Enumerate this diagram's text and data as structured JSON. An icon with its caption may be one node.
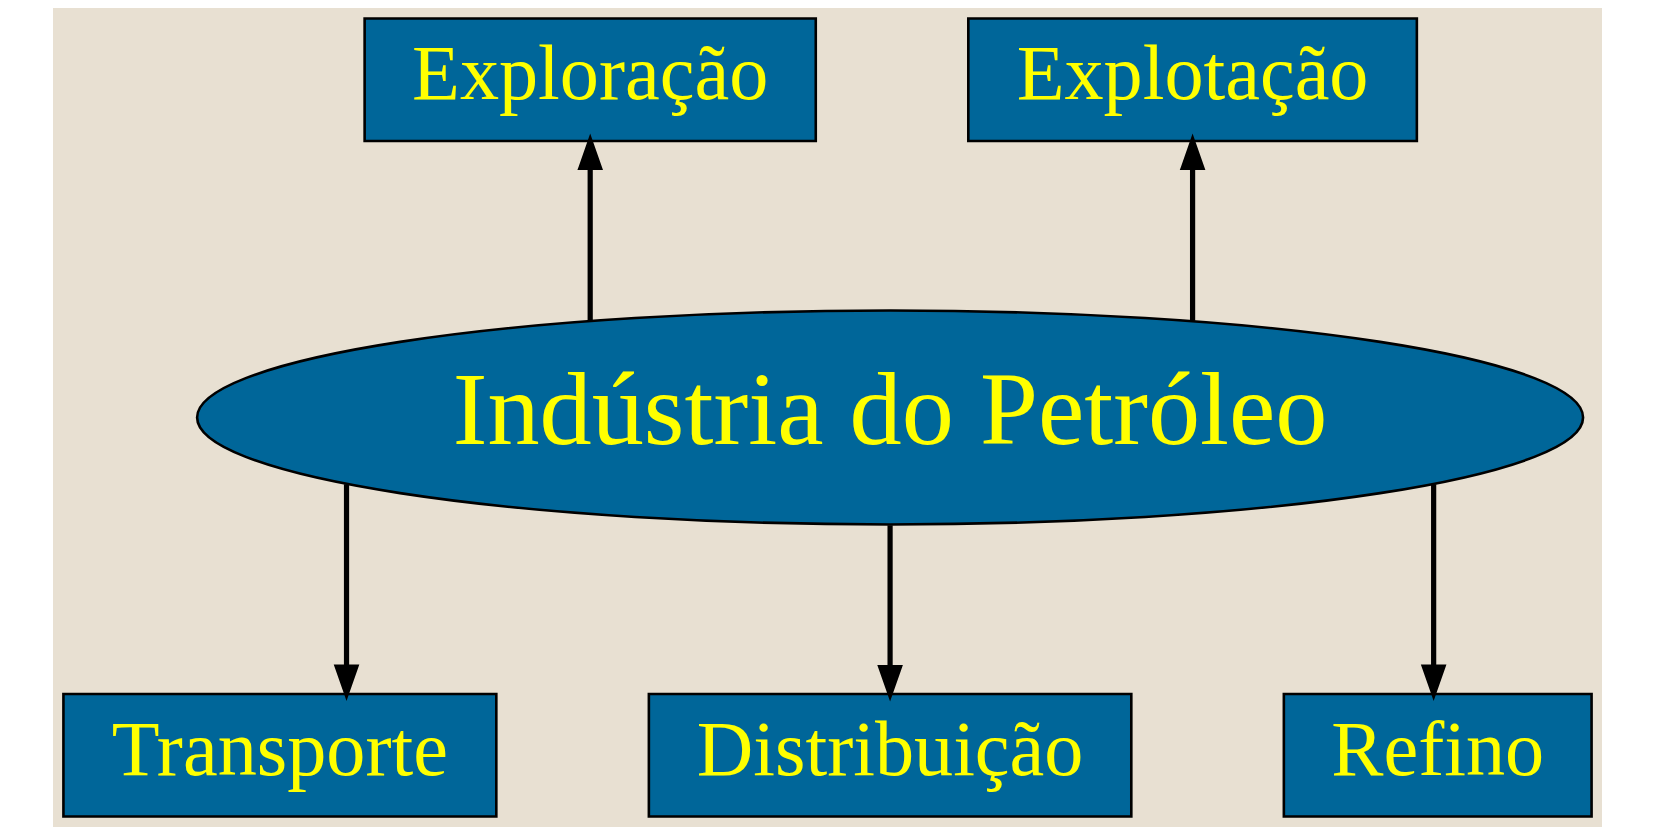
{
  "diagram": {
    "nodes": [
      {
        "text": [
          "Indústria do Petróleo"
        ]
      },
      {
        "text": [
          "Exploração"
        ]
      },
      {
        "text": [
          "Explotação"
        ]
      },
      {
        "text": [
          "Transporte"
        ]
      },
      {
        "text": [
          "Distribuição"
        ]
      },
      {
        "text": [
          "Refino"
        ]
      }
    ],
    "edges": [
      {
        "from": 0,
        "to": 1,
        "arrow": "to"
      },
      {
        "from": 0,
        "to": 2,
        "arrow": "to"
      },
      {
        "from": 0,
        "to": 3,
        "arrow": "to"
      },
      {
        "from": 0,
        "to": 4,
        "arrow": "to"
      },
      {
        "from": 0,
        "to": 5,
        "arrow": "to"
      }
    ]
  }
}
